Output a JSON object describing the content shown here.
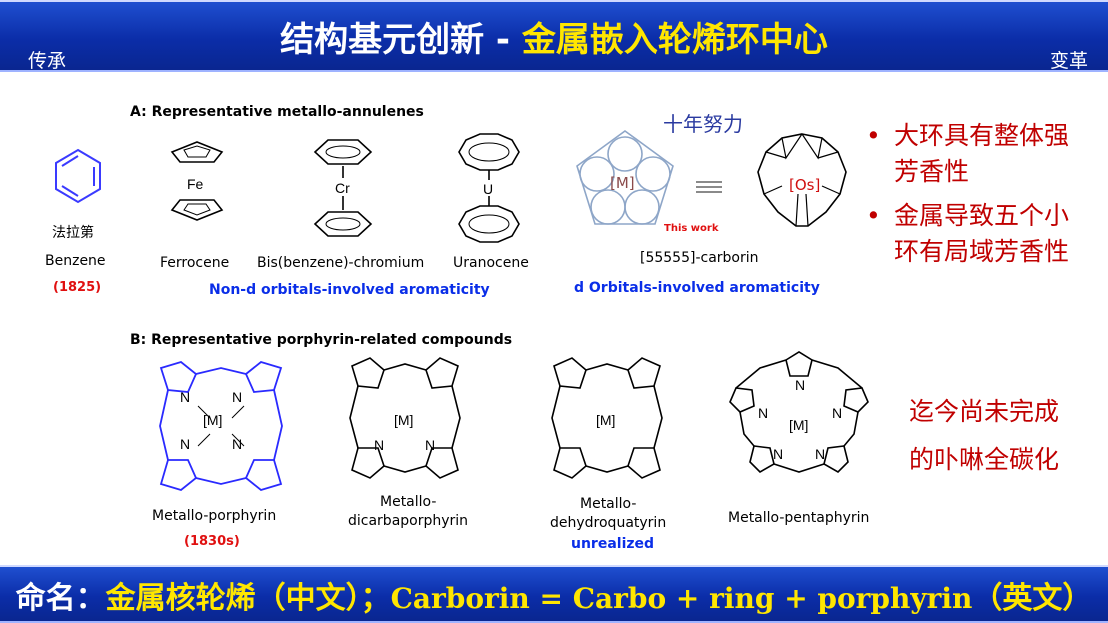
{
  "header": {
    "left": "传承",
    "title_white": "结构基元创新 - ",
    "title_yellow": "金属嵌入轮烯环中心",
    "right": "变革"
  },
  "section_a": {
    "title": "A: Representative metallo-annulenes",
    "benzene_cn": "法拉第",
    "benzene_en": "Benzene",
    "benzene_year": "(1825)",
    "ferrocene": "Ferrocene",
    "ferrocene_atom": "Fe",
    "bisbenzene": "Bis(benzene)-chromium",
    "bisbenzene_atom": "Cr",
    "uranocene": "Uranocene",
    "uranocene_atom": "U",
    "non_d": "Non-d orbitals-involved aromaticity",
    "decade": "十年努力",
    "m_label": "[M]",
    "this_work": "This work",
    "os_label": "[Os]",
    "carborin": "[55555]-carborin",
    "d_orbitals": "d Orbitals-involved aromaticity"
  },
  "bullets": {
    "b1_line1": "大环具有整体强",
    "b1_line2": "芳香性",
    "b2_line1": "金属导致五个小",
    "b2_line2": "环有局域芳香性"
  },
  "section_b": {
    "title": "B: Representative porphyrin-related compounds",
    "n": "N",
    "m": "[M]",
    "porphyrin": "Metallo-porphyrin",
    "porphyrin_year": "(1830s)",
    "dicarba_1": "Metallo-",
    "dicarba_2": "dicarbaporphyrin",
    "dehydro_1": "Metallo-",
    "dehydro_2": "dehydroquatyrin",
    "unrealized": "unrealized",
    "pentaphyrin": "Metallo-pentaphyrin",
    "right_line1": "迄今尚未完成",
    "right_line2": "的卟啉全碳化"
  },
  "footer": {
    "part1": "命名：",
    "part2": "金属核轮烯（中文）；",
    "part3_en": "Carborin = Carbo + ring + porphyrin",
    "part4": "（英文）"
  }
}
